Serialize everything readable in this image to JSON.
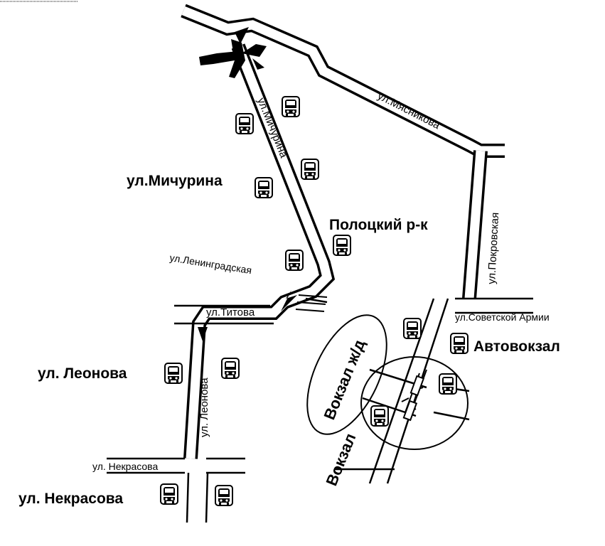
{
  "streets": {
    "michurina": "ул.Мичурина",
    "myasnikova": "ул.Мясникова",
    "pokrovskaya": "ул.Покровская",
    "leningradskaya": "ул.Ленинградская",
    "titova": "ул.Титова",
    "sovetskoy_armii": "ул.Советской Армии",
    "leonova": "ул. Леонова",
    "nekrasova": "ул. Некрасова"
  },
  "stops": {
    "michurina": "ул.Мичурина",
    "polotsky": "Полоцкий р-к",
    "avtovokzal": "Автовокзал",
    "leonova": "ул. Леонова",
    "nekrasova": "ул. Некрасова"
  },
  "areas": {
    "vokzal_zhd": "Вокзал ж/д",
    "vokzal": "Вокзал"
  },
  "icons": {
    "bus_stop": "bus-stop-icon",
    "direction_arrow": "direction-arrow-icon",
    "railway_crossing": "railway-crossing-icon",
    "airplane": "airplane-icon"
  },
  "colors": {
    "ink": "#000000",
    "paper": "#ffffff"
  }
}
